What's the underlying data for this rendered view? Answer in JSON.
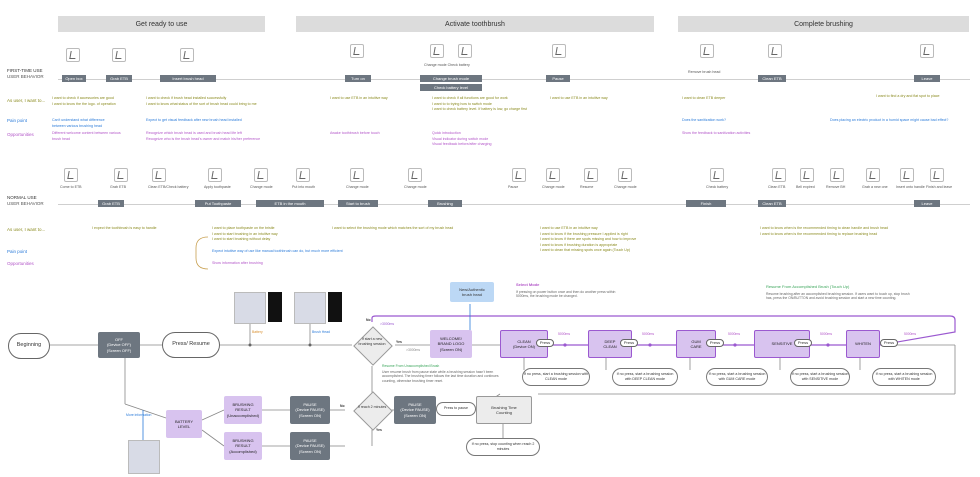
{
  "phases": [
    "Get ready to use",
    "Activate toothbrush",
    "Complete brushing"
  ],
  "first_time": {
    "title": "FIRST-TIME USE",
    "subtitle": "USER BEHAVIOR",
    "icons": [
      "Change mode Check battery",
      "Remove brush head"
    ],
    "stages": [
      "Open box",
      "Grab ETB",
      "Insert brush head",
      "Turn on",
      "Change brush mode",
      "Check battery level",
      "Pause",
      "Clean ETB",
      "Leave"
    ]
  },
  "row_labels": {
    "as_user": "As user, I want to...",
    "pain": "Pain point",
    "opp": "Opportunities",
    "as_user2": "As user, I want to...",
    "pain2": "Pain point",
    "opp2": "Opportunities"
  },
  "ft_wants": [
    "I want to check if accessories are good\nI want to know the the logo. of operation",
    "I want to check if brush head installed successfully\nI want to know what status of the sort of brush head could bring to me",
    "I want to use ETB in an intuitive way",
    "I want to check if all functions are good for work\nI want to to trying how to switch mode\nI want to check battery level. If battery is low, go charge first",
    "I want to use ETB in an intuitive way",
    "I want to clean ETB deeper",
    "I want to find a dry and flat spot to place"
  ],
  "ft_pains": [
    "Can't understand what difference\nbetween various brushing head",
    "Expect to get visual feedback after new brush head installed",
    "Does the sanitization work?",
    "Does placing an electric product in a humid space might cause bad effect?"
  ],
  "ft_opps": [
    "Different welcome content between various\nbrush head",
    "Recognize which brush head is used and brush head life left\nRecognize who is the brush head's owner and match his/her preference",
    "Awake toothbrush before touch",
    "Quick introduction\nVisual indicator during switch mode\nVisual feedback before/after charging",
    "Show the feedback to sanitization activities"
  ],
  "normal": {
    "title": "NORMAL USE",
    "subtitle": "USER BEHAVIOR",
    "icons": [
      "Come to ETB",
      "Grab ETB",
      "Clean ETB/Check battery",
      "Apply toothpaste",
      "Change mode",
      "Put into mouth",
      "Change mode",
      "Change mode",
      "Pause",
      "Change mode",
      "Resume",
      "Change mode",
      "Check battery",
      "Clean ETB",
      "Bell expired",
      "Remove BH",
      "Grab a new one",
      "Insert onto handle",
      "Finish and leave"
    ],
    "stages": [
      "Grab ETB",
      "Put Toothpaste",
      "ETB in the mouth",
      "Start to brush",
      "Brushing",
      "Finish",
      "Clean ETB",
      "Leave"
    ]
  },
  "nu_wants": [
    "I expect the toothbrush is easy to handle",
    "I want to place toothpaste on the bristle\nI want to start brushing in an intuitive way\nI want to start brushing without delay",
    "I want to select the brushing mode which matches the sort of my brush head",
    "I want to use ETB in an intuitive way\nI want to know if the brushing pressure I applied is right\nI want to know if there are spots missing and how to improve\nI want to know if brushing duration is appropriate\nI want to clean that missing spots once again (Touch Up)",
    "I want to know when is the recommended timing to clean handle and brush head\nI want to know when is the recommended timing to replace brushing head"
  ],
  "nu_pain": "Expect intuitive way of use like manual toothbrush can do, but much more efficient",
  "nu_opp": "Show information after brushing",
  "flow": {
    "beginning": "Beginning",
    "off": [
      "OFF",
      "(Device OFF)",
      "(Screen OFF)"
    ],
    "press_resume": "Press/ Resume",
    "battery": "Battery",
    "brush_head": "Brush Head",
    "decision_start": "If start a new brushing session",
    "no": "No",
    "yes": "Yes",
    "delay": ">3000ms",
    "delay2": ">3000ms",
    "welcome": [
      "WELCOME/",
      "BRAND LOGO",
      "(Screen ON)"
    ],
    "authentic": [
      "New/Authentic",
      "brush head"
    ],
    "resume_label": "Resume From Unaccomplished Brush",
    "resume_text": "User resume brush from pause state while a brushing session hasn't been\naccomplished. The brushing timer follows the last time duration and continues\ncounting, otherwise brushing timer reset.",
    "select_mode": "Select Mode",
    "select_text": "If pressing on power button once and then do another press within\n5000ms, the brushing mode be changed.",
    "resume2_label": "Resume From Accomplished Brush (Touch Up)",
    "resume2_text": "Resume brushing after an accomplished brushing session. If users want to touch up, stop brush\nhas, press the ON/BUTTON and avoid brushing session and start a new time counting.",
    "modes": [
      {
        "name": [
          "CLEAN",
          "(Device ON)"
        ],
        "press": "Press",
        "cloud": "If no press, start a brushing session with CLEAN mode"
      },
      {
        "name": [
          "DEEP",
          "CLEAN"
        ],
        "press": "Press",
        "cloud": "If no press, start a brushing session with DEEP CLEAN mode"
      },
      {
        "name": [
          "GUM",
          "CARE"
        ],
        "press": "Press",
        "cloud": "If no press, start a brushing session with GUM CARE mode"
      },
      {
        "name": [
          "SENSITIVE",
          ""
        ],
        "press": "Press",
        "cloud": "If no press, start a brushing session with SENSITIVE mode"
      },
      {
        "name": [
          "WHITEN",
          ""
        ],
        "press": "Press",
        "cloud": "If no press, start a brushing session with WHITEN mode"
      }
    ],
    "ms": [
      "5000ms",
      "5000ms",
      "5000ms",
      "5000ms",
      "5000ms"
    ],
    "timing": [
      "Brushing Time",
      "Counting"
    ],
    "press_pause": "Press to pause",
    "no_press_stop": "If no press, stop counting when reach 2 minutes",
    "pause1": [
      "PAUSE",
      "(Device PAUSE)",
      "(Screen ON)"
    ],
    "pause2": [
      "PAUSE",
      "(Device PAUSE)",
      "(Screen ON)"
    ],
    "pause3": [
      "PAUSE",
      "(Device PAUSE)",
      "(Screen ON)"
    ],
    "reach": "If reach 2 minutes",
    "res_unacc": [
      "BRUSHING",
      "RESULT",
      "(Unaccomplished)"
    ],
    "res_acc": [
      "BRUSHING",
      "RESULT",
      "(Accomplished)"
    ],
    "battery_level": [
      "BATTERY",
      "LEVEL"
    ],
    "more_info": "More information"
  }
}
